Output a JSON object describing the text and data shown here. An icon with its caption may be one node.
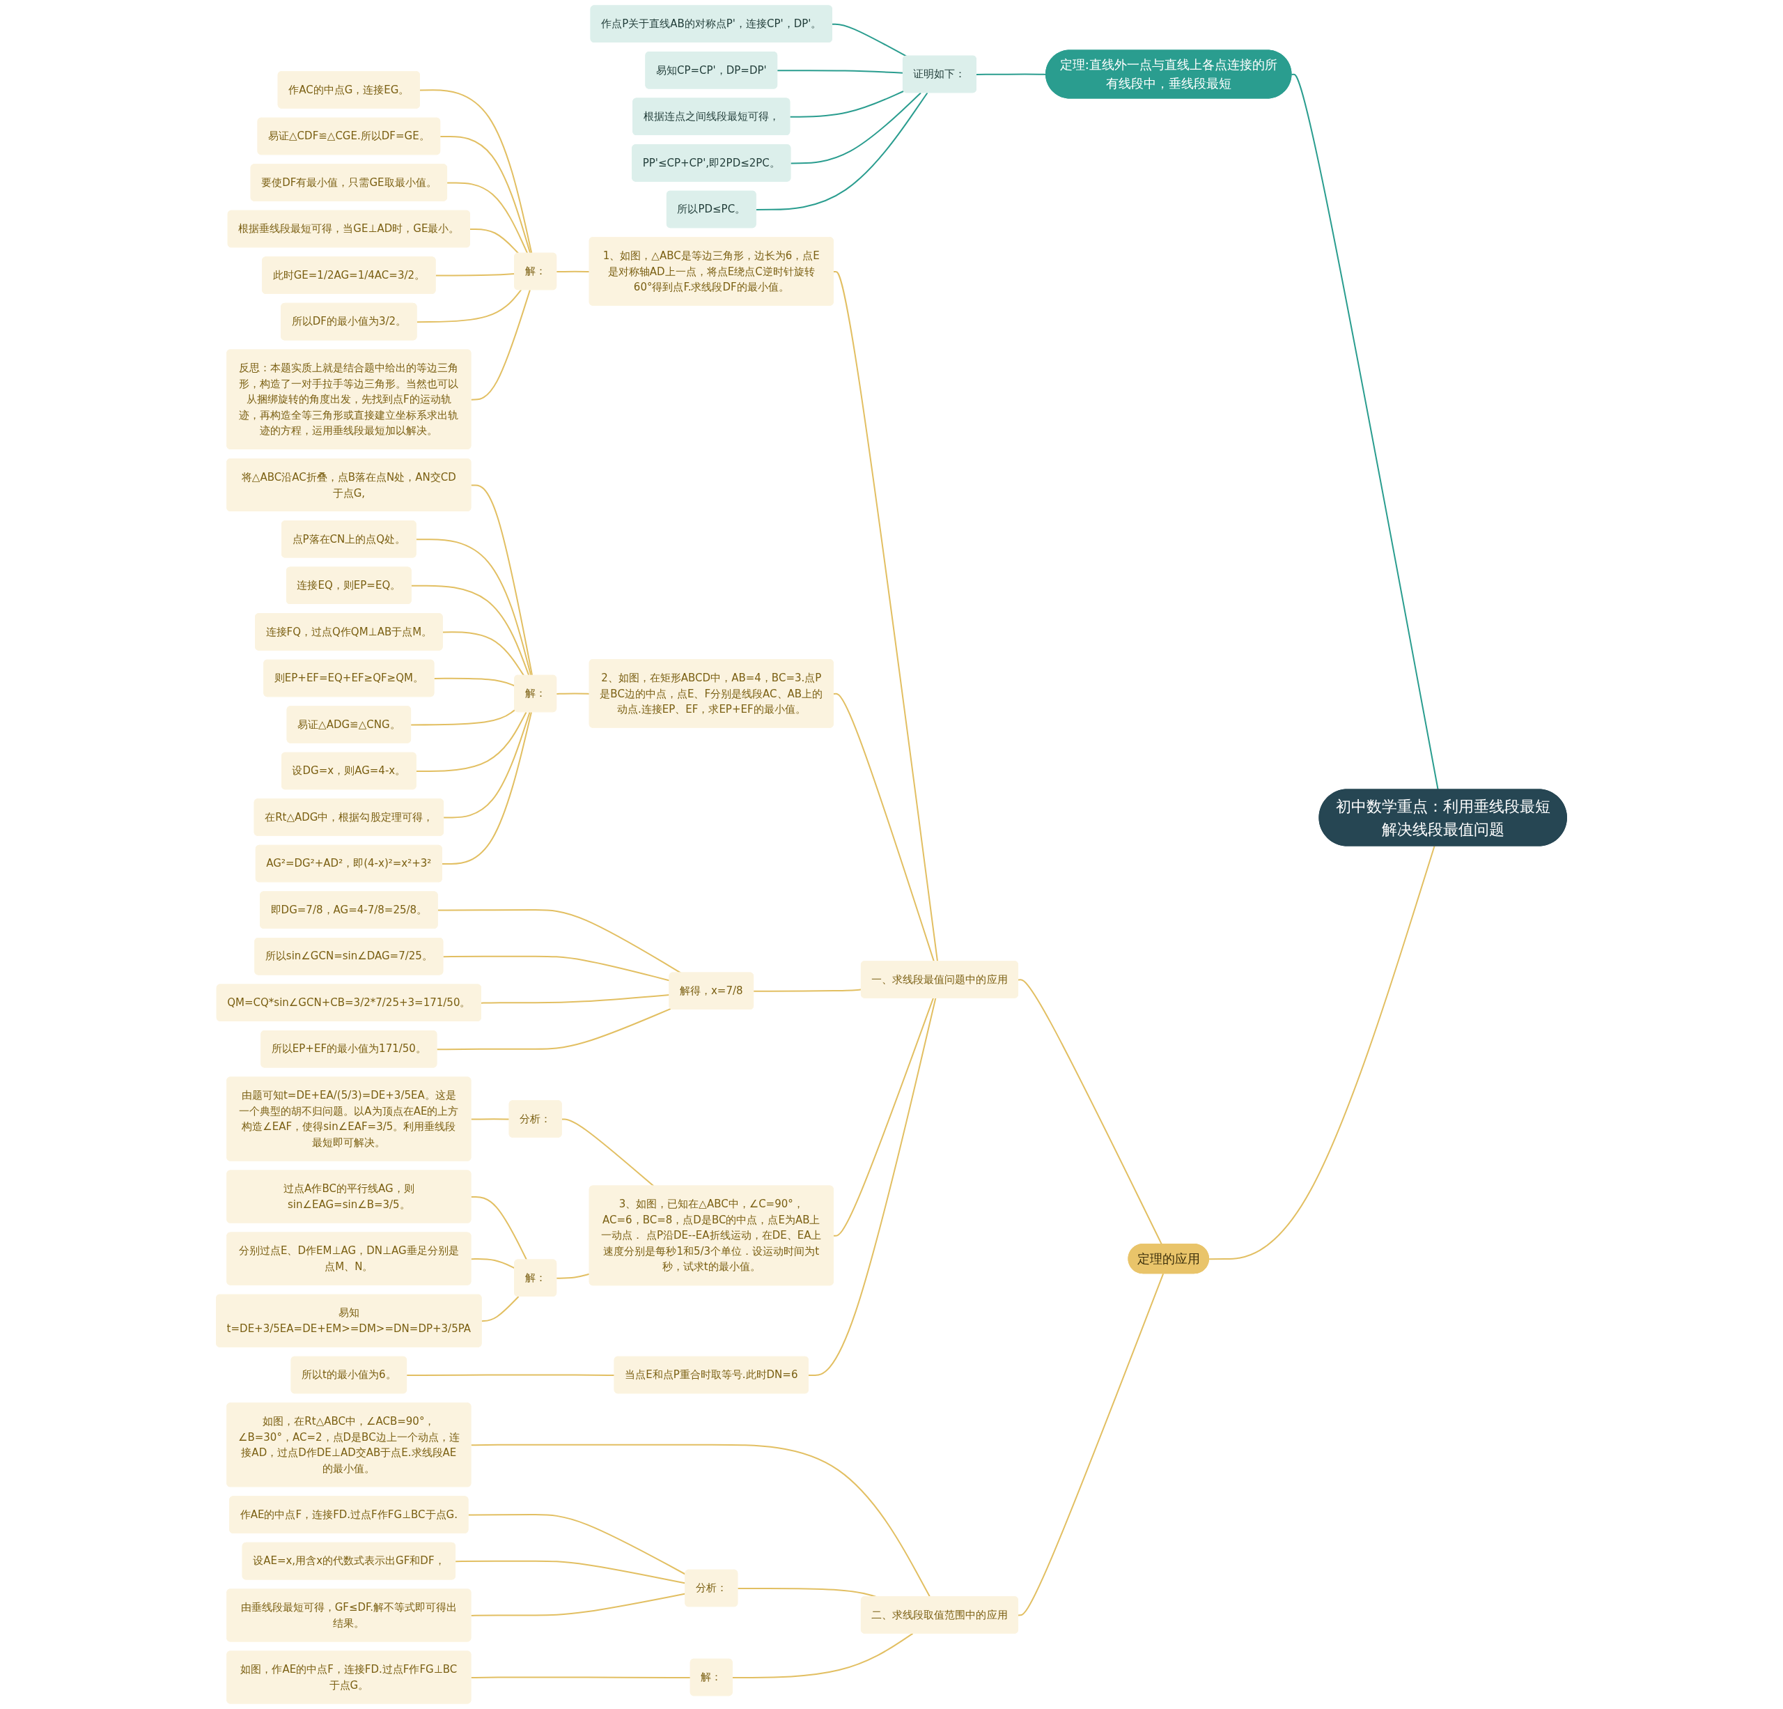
{
  "diagram": {
    "nodes": [
      {
        "text": [
          "初中数学重点：利用垂线段最短解决线段最值问题"
        ]
      },
      {
        "text": [
          "定理:直线外一点与直线上各点连接的所有线段中，垂线段最短"
        ]
      },
      {
        "text": [
          "证明如下："
        ]
      },
      {
        "text": [
          "作点P关于直线AB的对称点P'，连接CP'，DP'。"
        ]
      },
      {
        "text": [
          "易知CP=CP'，DP=DP'"
        ]
      },
      {
        "text": [
          "根据连点之间线段最短可得，"
        ]
      },
      {
        "text": [
          "PP'≤CP+CP',即2PD≤2PC。"
        ]
      },
      {
        "text": [
          "所以PD≤PC。"
        ]
      },
      {
        "text": [
          "定理的应用"
        ]
      },
      {
        "text": [
          "一、求线段最值问题中的应用"
        ]
      },
      {
        "text": [
          "1、如图，△ABC是等边三角形，边长为6，点E是对称轴AD上一点，将点E绕点C逆时针旋转60°得到点F.求线段DF的最小值。"
        ]
      },
      {
        "text": [
          "解："
        ]
      },
      {
        "text": [
          "作AC的中点G，连接EG。"
        ]
      },
      {
        "text": [
          "易证△CDF≌△CGE.所以DF=GE。"
        ]
      },
      {
        "text": [
          "要使DF有最小值，只需GE取最小值。"
        ]
      },
      {
        "text": [
          "根据垂线段最短可得，当GE⊥AD时，GE最小。"
        ]
      },
      {
        "text": [
          "此时GE=1/2AG=1/4AC=3/2。"
        ]
      },
      {
        "text": [
          "所以DF的最小值为3/2。"
        ]
      },
      {
        "text": [
          "反思：本题实质上就是结合题中给出的等边三角形，构造了一对手拉手等边三角形。当然也可以从捆绑旋转的角度出发，先找到点F的运动轨迹，再构造全等三角形或直接建立坐标系求出轨迹的方程，运用垂线段最短加以解决。"
        ]
      },
      {
        "text": [
          "2、如图，在矩形ABCD中，AB=4，BC=3.点P是BC边的中点，点E、F分别是线段AC、AB上的动点.连接EP、EF，求EP+EF的最小值。"
        ]
      },
      {
        "text": [
          "解："
        ]
      },
      {
        "text": [
          "将△ABC沿AC折叠，点B落在点N处，AN交CD于点G,"
        ]
      },
      {
        "text": [
          "点P落在CN上的点Q处。"
        ]
      },
      {
        "text": [
          "连接EQ，则EP=EQ。"
        ]
      },
      {
        "text": [
          "连接FQ，过点Q作QM⊥AB于点M。"
        ]
      },
      {
        "text": [
          "则EP+EF=EQ+EF≥QF≥QM。"
        ]
      },
      {
        "text": [
          "易证△ADG≌△CNG。"
        ]
      },
      {
        "text": [
          "设DG=x，则AG=4-x。"
        ]
      },
      {
        "text": [
          "在Rt△ADG中，根据勾股定理可得，"
        ]
      },
      {
        "text": [
          "AG²=DG²+AD²，即(4-x)²=x²+3²"
        ]
      },
      {
        "text": [
          "解得，x=7/8"
        ]
      },
      {
        "text": [
          "即DG=7/8，AG=4-7/8=25/8。"
        ]
      },
      {
        "text": [
          "所以sin∠GCN=sin∠DAG=7/25。"
        ]
      },
      {
        "text": [
          "QM=CQ*sin∠GCN+CB=3/2*7/25+3=171/50。"
        ]
      },
      {
        "text": [
          "所以EP+EF的最小值为171/50。"
        ]
      },
      {
        "text": [
          "3、如图，已知在△ABC中，∠C=90°，AC=6，BC=8，点D是BC的中点，点E为AB上一动点． 点P沿DE--EA折线运动，在DE、EA上速度分别是每秒1和5/3个单位．设运动时间为t秒，试求t的最小值。"
        ]
      },
      {
        "text": [
          "分析："
        ]
      },
      {
        "text": [
          "由题可知t=DE+EA/(5/3)=DE+3/5EA。这是一个典型的胡不归问题。以A为顶点在AE的上方构造∠EAF，使得sin∠EAF=3/5。利用垂线段最短即可解决。"
        ]
      },
      {
        "text": [
          "解："
        ]
      },
      {
        "text": [
          "过点A作BC的平行线AG，则sin∠EAG=sin∠B=3/5。"
        ]
      },
      {
        "text": [
          "分别过点E、D作EM⊥AG，DN⊥AG垂足分别是点M、N。"
        ]
      },
      {
        "text": [
          "易知t=DE+3/5EA=DE+EM>=DM>=DN=DP+3/5PA"
        ]
      },
      {
        "text": [
          "当点E和点P重合时取等号.此时DN=6"
        ]
      },
      {
        "text": [
          "所以t的最小值为6。"
        ]
      },
      {
        "text": [
          "二、求线段取值范围中的应用"
        ]
      },
      {
        "text": [
          "如图，在Rt△ABC中，∠ACB=90°，∠B=30°，AC=2，点D是BC边上一个动点，连接AD，过点D作DE⊥AD交AB于点E.求线段AE的最小值。"
        ]
      },
      {
        "text": [
          "分析："
        ]
      },
      {
        "text": [
          "作AE的中点F，连接FD.过点F作FG⊥BC于点G."
        ]
      },
      {
        "text": [
          "设AE=x,用含x的代数式表示出GF和DF，"
        ]
      },
      {
        "text": [
          "由垂线段最短可得，GF≤DF.解不等式即可得出结果。"
        ]
      },
      {
        "text": [
          "解："
        ]
      },
      {
        "text": [
          "如图，作AE的中点F，连接FD.过点F作FG⊥BC于点G。"
        ]
      }
    ],
    "edges": [
      {
        "from": 0,
        "to": 1,
        "arrow": "none",
        "color": "#2a9d8f"
      },
      {
        "from": 1,
        "to": 2,
        "arrow": "none",
        "color": "#2a9d8f"
      },
      {
        "from": 2,
        "to": 3,
        "arrow": "none",
        "color": "#2a9d8f"
      },
      {
        "from": 2,
        "to": 4,
        "arrow": "none",
        "color": "#2a9d8f"
      },
      {
        "from": 2,
        "to": 5,
        "arrow": "none",
        "color": "#2a9d8f"
      },
      {
        "from": 2,
        "to": 6,
        "arrow": "none",
        "color": "#2a9d8f"
      },
      {
        "from": 2,
        "to": 7,
        "arrow": "none",
        "color": "#2a9d8f"
      },
      {
        "from": 0,
        "to": 8,
        "arrow": "none"
      },
      {
        "from": 8,
        "to": 9,
        "arrow": "none"
      },
      {
        "from": 9,
        "to": 10,
        "arrow": "none"
      },
      {
        "from": 10,
        "to": 11,
        "arrow": "none"
      },
      {
        "from": 11,
        "to": 12,
        "arrow": "none"
      },
      {
        "from": 11,
        "to": 13,
        "arrow": "none"
      },
      {
        "from": 11,
        "to": 14,
        "arrow": "none"
      },
      {
        "from": 11,
        "to": 15,
        "arrow": "none"
      },
      {
        "from": 11,
        "to": 16,
        "arrow": "none"
      },
      {
        "from": 11,
        "to": 17,
        "arrow": "none"
      },
      {
        "from": 11,
        "to": 18,
        "arrow": "none"
      },
      {
        "from": 9,
        "to": 19,
        "arrow": "none"
      },
      {
        "from": 19,
        "to": 20,
        "arrow": "none"
      },
      {
        "from": 20,
        "to": 21,
        "arrow": "none"
      },
      {
        "from": 20,
        "to": 22,
        "arrow": "none"
      },
      {
        "from": 20,
        "to": 23,
        "arrow": "none"
      },
      {
        "from": 20,
        "to": 24,
        "arrow": "none"
      },
      {
        "from": 20,
        "to": 25,
        "arrow": "none"
      },
      {
        "from": 20,
        "to": 26,
        "arrow": "none"
      },
      {
        "from": 20,
        "to": 27,
        "arrow": "none"
      },
      {
        "from": 20,
        "to": 28,
        "arrow": "none"
      },
      {
        "from": 20,
        "to": 29,
        "arrow": "none"
      },
      {
        "from": 9,
        "to": 30,
        "arrow": "none"
      },
      {
        "from": 30,
        "to": 31,
        "arrow": "none"
      },
      {
        "from": 30,
        "to": 32,
        "arrow": "none"
      },
      {
        "from": 30,
        "to": 33,
        "arrow": "none"
      },
      {
        "from": 30,
        "to": 34,
        "arrow": "none"
      },
      {
        "from": 9,
        "to": 35,
        "arrow": "none"
      },
      {
        "from": 35,
        "to": 36,
        "arrow": "none"
      },
      {
        "from": 36,
        "to": 37,
        "arrow": "none"
      },
      {
        "from": 35,
        "to": 38,
        "arrow": "none"
      },
      {
        "from": 38,
        "to": 39,
        "arrow": "none"
      },
      {
        "from": 38,
        "to": 40,
        "arrow": "none"
      },
      {
        "from": 38,
        "to": 41,
        "arrow": "none"
      },
      {
        "from": 9,
        "to": 42,
        "arrow": "none"
      },
      {
        "from": 42,
        "to": 43,
        "arrow": "none"
      },
      {
        "from": 8,
        "to": 44,
        "arrow": "none"
      },
      {
        "from": 44,
        "to": 45,
        "arrow": "none"
      },
      {
        "from": 44,
        "to": 46,
        "arrow": "none"
      },
      {
        "from": 46,
        "to": 47,
        "arrow": "none"
      },
      {
        "from": 46,
        "to": 48,
        "arrow": "none"
      },
      {
        "from": 46,
        "to": 49,
        "arrow": "none"
      },
      {
        "from": 44,
        "to": 50,
        "arrow": "none"
      },
      {
        "from": 50,
        "to": 51,
        "arrow": "none"
      }
    ]
  }
}
